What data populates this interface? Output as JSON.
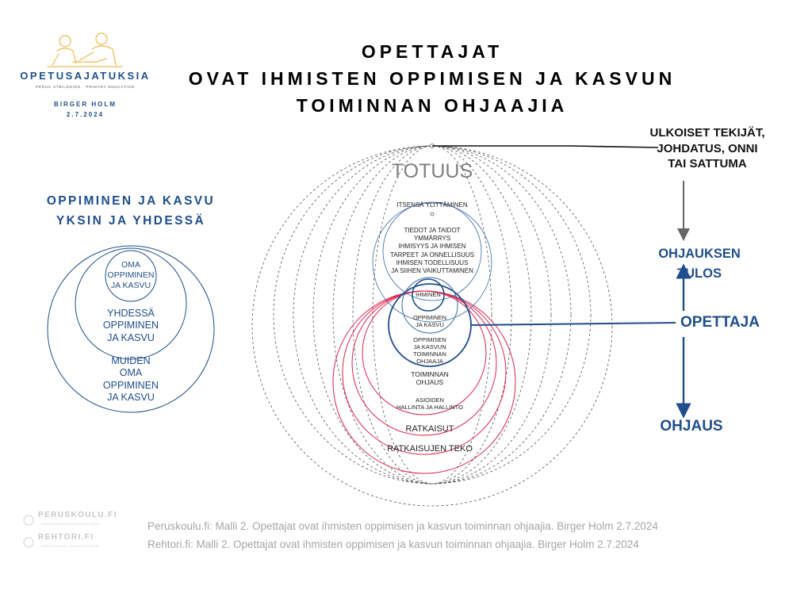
{
  "logo": {
    "title": "OPETUSAJATUKSIA",
    "subtitle": "PERUS UTBILDNING · PRIMARY EDUCATION",
    "author": "BIRGER HOLM",
    "date": "2.7.2024"
  },
  "title_lines": [
    "OPETTAJAT",
    "OVAT IHMISTEN OPPIMISEN JA KASVUN",
    "TOIMINNAN OHJAAJIA"
  ],
  "left_diagram": {
    "heading_lines": [
      "OPPIMINEN JA KASVU",
      "YKSIN JA YHDESSÄ"
    ],
    "inner_lines": [
      "OMA",
      "OPPIMINEN",
      "JA KASVU"
    ],
    "middle_lines": [
      "YHDESSÄ",
      "OPPIMINEN",
      "JA KASVU"
    ],
    "outer_lines": [
      "MUIDEN",
      "OMA",
      "OPPIMINEN",
      "JA KASVU"
    ]
  },
  "center_diagram": {
    "totuus": "TOTUUS",
    "itsensa": "ITSENSÄ YLITTÄMINEN",
    "tiedot_lines": [
      "TIEDOT JA TAIDOT",
      "YMMÄRRYS",
      "IHMISYYS JA IHMISEN",
      "TARPEET JA ONNELLISUUS",
      "IHMISEN TODELLISUUS",
      "JA SIIHEN VAIKUTTAMINEN"
    ],
    "ihminen": "IHMINEN",
    "oppiminen_lines": [
      "OPPIMINEN",
      "JA KASVU"
    ],
    "ohjaaja_lines": [
      "OPPIMISEN",
      "JA KASVUN",
      "TOIMINNAN",
      "OHJAAJA"
    ],
    "toiminnan_lines": [
      "TOIMINNAN",
      "OHJAUS"
    ],
    "asioiden_lines": [
      "ASIOIDEN",
      "HALLINTA JA HALLINTO"
    ],
    "ratkaisut": "RATKAISUT",
    "ratkaisujen_teko": "RATKAISUJEN TEKO"
  },
  "right_panel": {
    "ulkoiset_lines": [
      "ULKOISET TEKIJÄT,",
      "JOHDATUS, ONNI",
      "TAI SATTUMA"
    ],
    "tulos_lines": [
      "OHJAUKSEN",
      "TULOS"
    ],
    "opettaja": "OPETTAJA",
    "ohjaus": "OHJAUS"
  },
  "footer": {
    "line1": "Peruskoulu.fi: Malli 2. Opettajat ovat ihmisten oppimisen ja kasvun toiminnan ohjaajia. Birger Holm 2.7.2024",
    "line2": "Rehtori.fi: Malli 2. Opettajat ovat ihmisten oppimisen ja kasvun toiminnan ohjaajia. Birger Holm 2.7.2024"
  },
  "side_logos": [
    {
      "name": "PERUSKOULU.FI",
      "tagline": "NÄKÖKULMIA KOULUTUKSEEN"
    },
    {
      "name": "REHTORI.FI",
      "tagline": "NÄKÖKULMIA JOHTAJUUTEEN"
    }
  ],
  "colors": {
    "blue": "#1f4e8c",
    "red": "#e0234f",
    "dashed": "#555555",
    "gray_text": "#7f7f7f",
    "logo_gold": "#f2b84b"
  }
}
